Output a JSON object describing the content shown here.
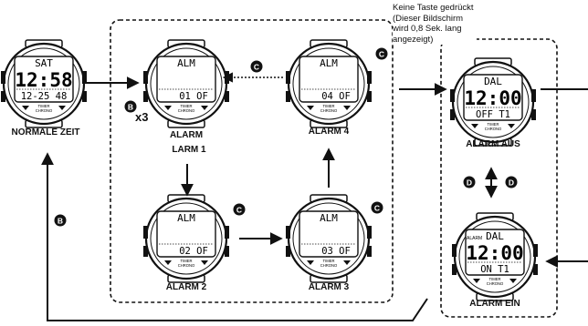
{
  "watches": [
    {
      "id": "normal",
      "top": "SAT",
      "big": "12:58",
      "bottom": "12-25 48",
      "label": "NORMALE ZEIT"
    },
    {
      "id": "alarm",
      "top": "ALM",
      "big": "",
      "bottom": "01 OF",
      "label": "ALARM"
    },
    {
      "id": "alarm4",
      "top": "ALM",
      "big": "",
      "bottom": "04 OF",
      "label": "ALARM 4"
    },
    {
      "id": "alarm2",
      "top": "ALM",
      "big": "",
      "bottom": "02 OF",
      "label": "ALARM 2"
    },
    {
      "id": "alarm3",
      "top": "ALM",
      "big": "",
      "bottom": "03 OF",
      "label": "ALARM 3"
    },
    {
      "id": "dal_off",
      "top": "DAL",
      "big": "12:00",
      "bottom": "OFF T1",
      "label": "ALARM AUS"
    },
    {
      "id": "dal_on",
      "top": "DAL",
      "big": "12:00",
      "bottom": "ON T1",
      "label": "ALARM EIN",
      "flag": "ALARM"
    }
  ],
  "watch_mini_labels": [
    "TIMER",
    "CHRONO"
  ],
  "alarm1_label": "LARM 1",
  "note": "Keine Taste gedrückt (Dieser Bildschirm wird 0,8 Sek. lang angezeigt)",
  "buttons": {
    "b": "B",
    "c": "C",
    "d": "D"
  },
  "press_count": "x3"
}
